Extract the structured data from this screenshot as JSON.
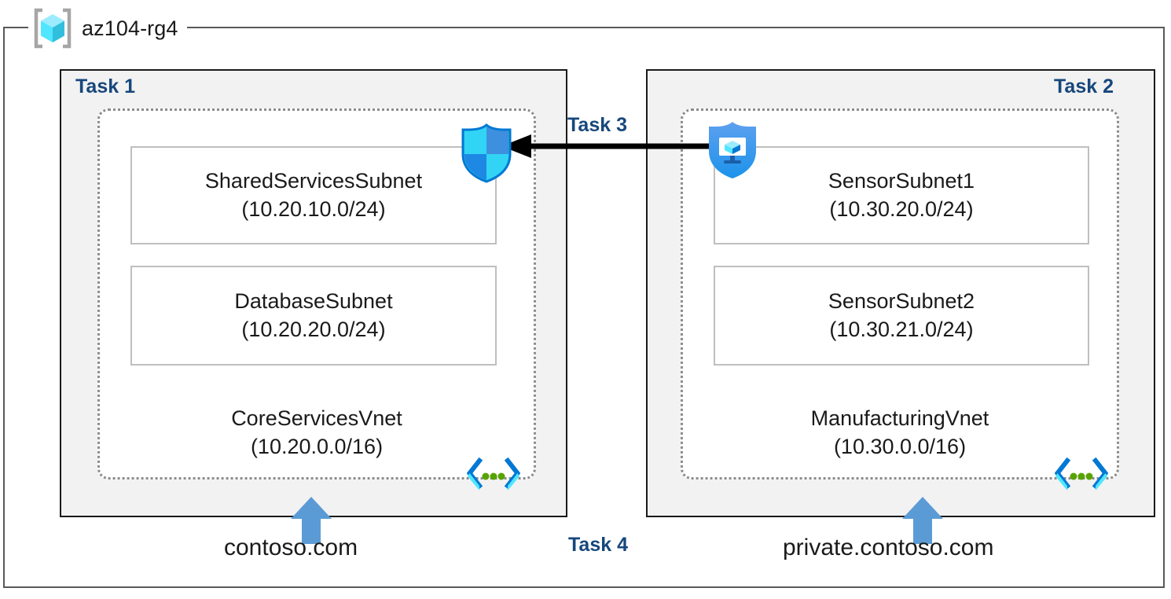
{
  "diagram": {
    "resource_group": {
      "name": "az104-rg4",
      "icon": "resource-group-cube-icon"
    },
    "panels": [
      {
        "id": "task1",
        "label": "Task 1",
        "label_align": "left",
        "vnet": {
          "name": "CoreServicesVnet",
          "cidr": "(10.20.0.0/16)",
          "icon": "virtual-network-icon",
          "subnets": [
            {
              "name": "SharedServicesSubnet",
              "cidr": "(10.20.10.0/24)"
            },
            {
              "name": "DatabaseSubnet",
              "cidr": "(10.20.20.0/24)"
            }
          ]
        },
        "dns_zone": "contoso.com",
        "dns_arrow_icon": "up-arrow-icon"
      },
      {
        "id": "task2",
        "label": "Task 2",
        "label_align": "right",
        "vnet": {
          "name": "ManufacturingVnet",
          "cidr": "(10.30.0.0/16)",
          "icon": "virtual-network-icon",
          "subnets": [
            {
              "name": "SensorSubnet1",
              "cidr": "(10.30.20.0/24)"
            },
            {
              "name": "SensorSubnet2",
              "cidr": "(10.30.21.0/24)"
            }
          ]
        },
        "dns_zone": "private.contoso.com",
        "dns_arrow_icon": "up-arrow-icon"
      }
    ],
    "connectors": [
      {
        "id": "task3",
        "label": "Task 3",
        "direction": "right-to-left",
        "icon": "peering-arrow-icon",
        "source_icon": "application-security-group-shield-icon",
        "target_icon": "network-security-group-shield-icon"
      },
      {
        "id": "task4",
        "label": "Task 4"
      }
    ],
    "colors": {
      "task_label": "#17477C",
      "panel_fill": "#F2F2F2",
      "panel_border": "#1A1A1A",
      "vnet_border": "#8C8C8C",
      "subnet_border": "#BFBFBF",
      "rg_border": "#595959",
      "azure_blue": "#0078D4",
      "azure_cyan": "#50E6FF",
      "dns_arrow": "#5B9BD5",
      "vnet_dot_green": "#57A300",
      "connector_arrow": "#000000"
    }
  }
}
